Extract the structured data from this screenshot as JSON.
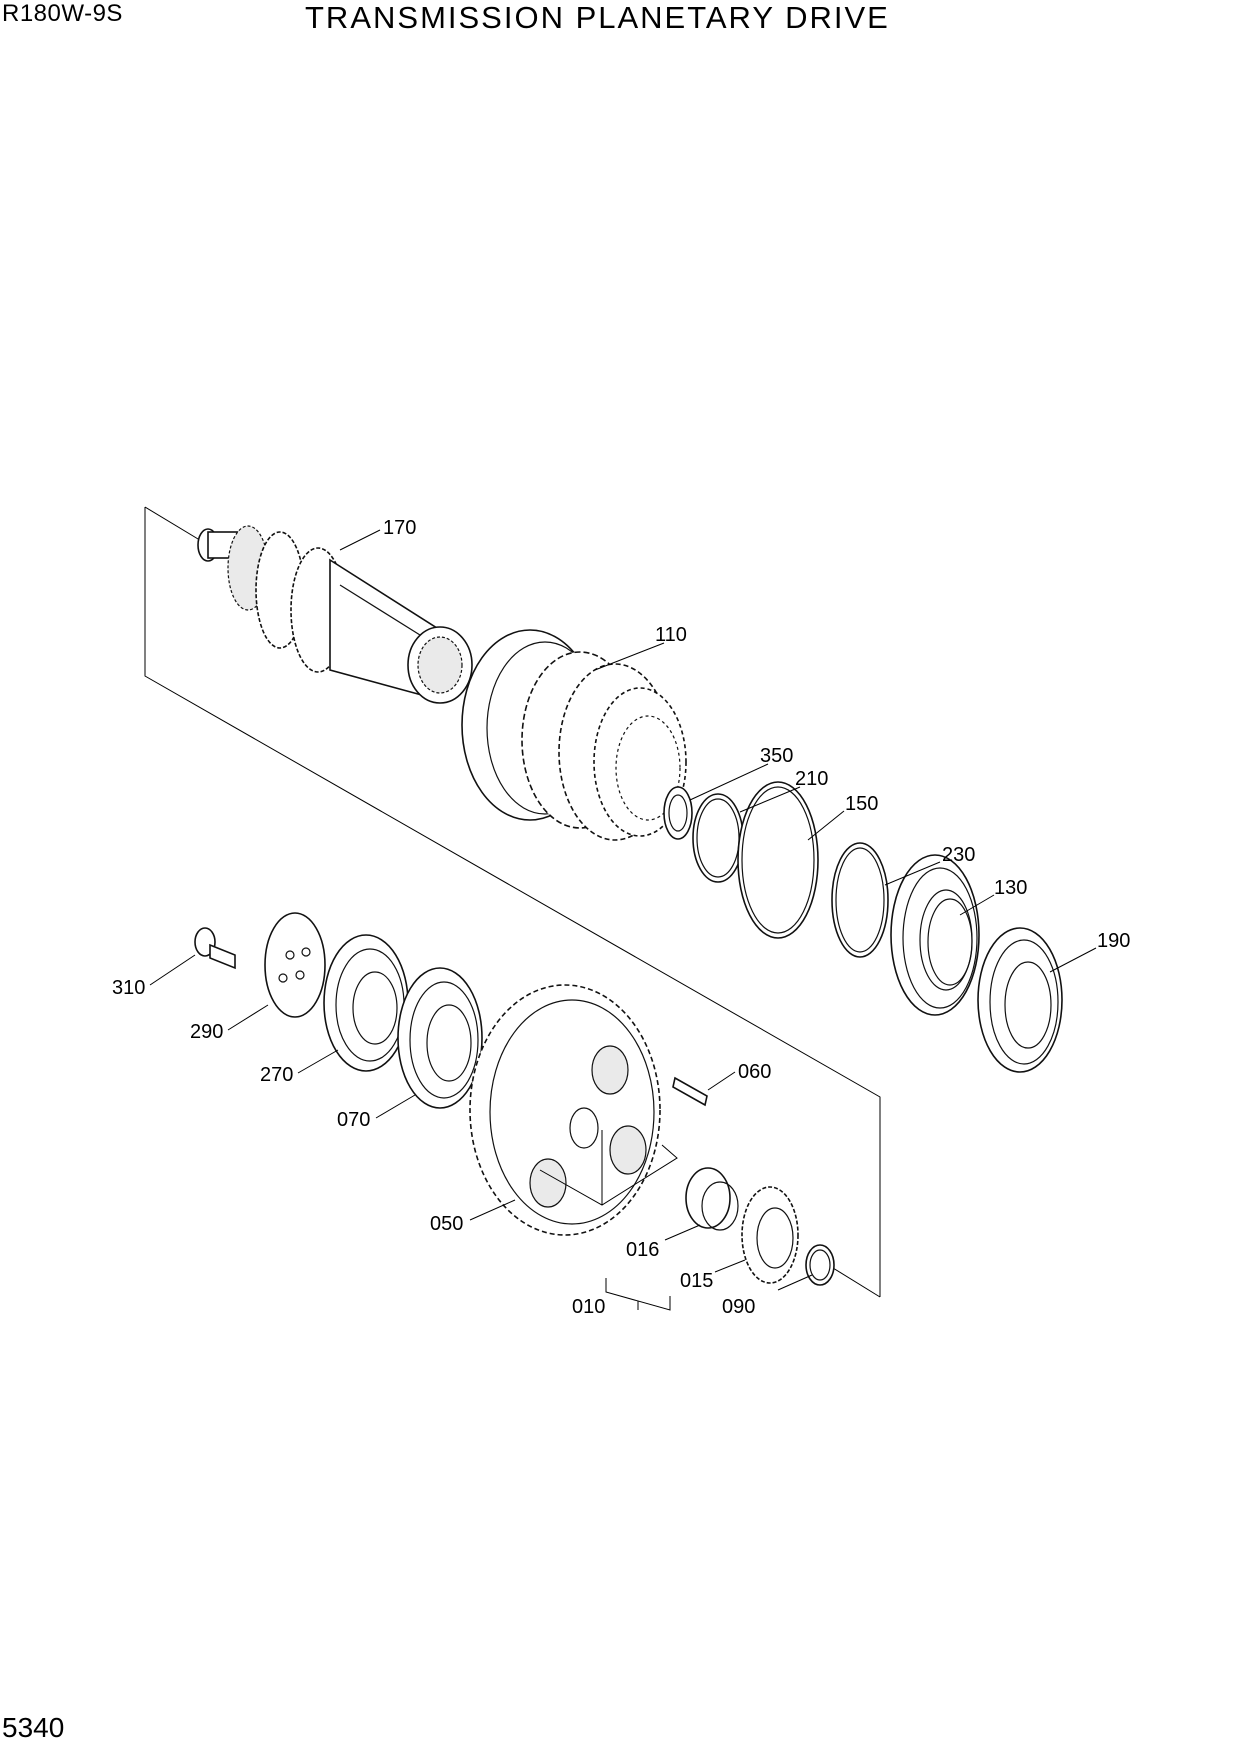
{
  "header": {
    "model": "R180W-9S",
    "title": "TRANSMISSION PLANETARY DRIVE"
  },
  "footer": {
    "page_number": "5340"
  },
  "callouts": {
    "c170": "170",
    "c110": "110",
    "c350": "350",
    "c210": "210",
    "c150": "150",
    "c230": "230",
    "c130": "130",
    "c190": "190",
    "c310": "310",
    "c290": "290",
    "c270": "270",
    "c070": "070",
    "c060": "060",
    "c050": "050",
    "c016": "016",
    "c015": "015",
    "c010": "010",
    "c090": "090"
  }
}
